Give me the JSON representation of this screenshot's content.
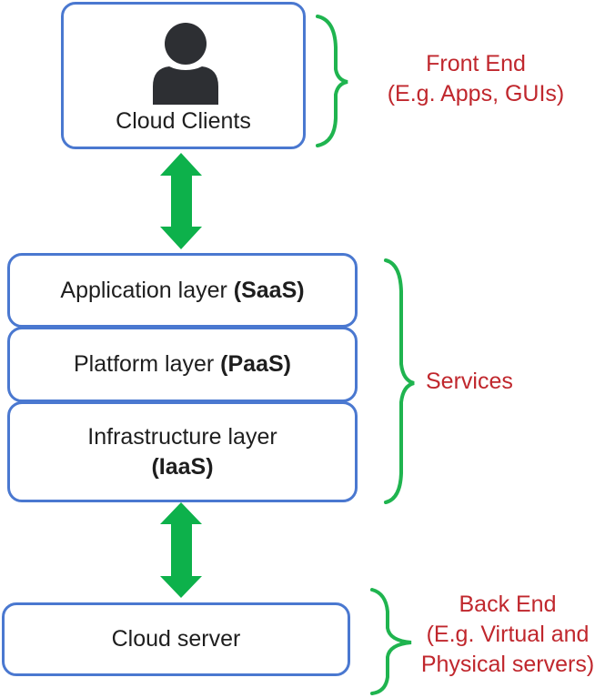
{
  "front_end": {
    "box_label": "Cloud Clients",
    "icon": "person-icon",
    "annotation_line1": "Front End",
    "annotation_line2": "(E.g. Apps, GUIs)"
  },
  "services": {
    "layers": [
      {
        "name": "Application layer",
        "tag": "(SaaS)"
      },
      {
        "name": "Platform layer",
        "tag": "(PaaS)"
      },
      {
        "name": "Infrastructure layer",
        "tag": "(IaaS)"
      }
    ],
    "annotation": "Services"
  },
  "back_end": {
    "box_label": "Cloud server",
    "annotation_line1": "Back End",
    "annotation_line2": "(E.g. Virtual and",
    "annotation_line3": "Physical servers)"
  },
  "colors": {
    "box_border": "#4a78d0",
    "arrow": "#0db14b",
    "brace": "#1fb44f",
    "annotation_text": "#c0272d",
    "icon": "#2d2f33"
  }
}
